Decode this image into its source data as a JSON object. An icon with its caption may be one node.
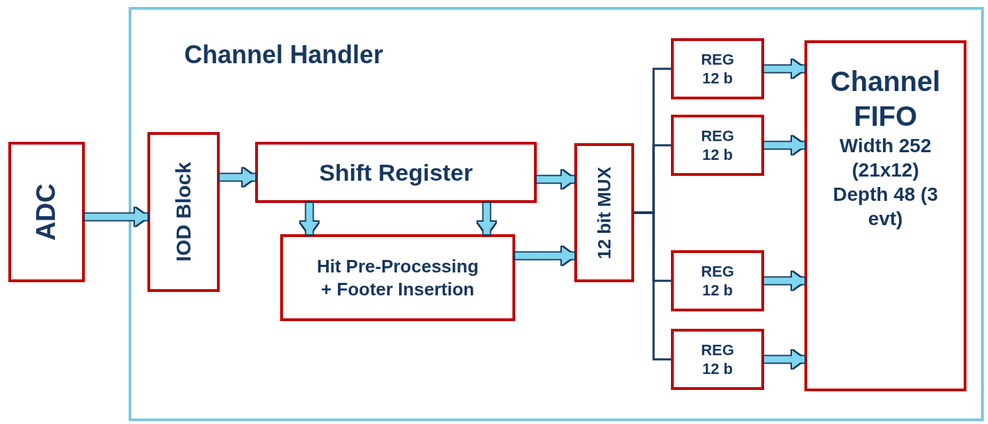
{
  "diagram": {
    "nodes": [
      {
        "text": [
          "ADC"
        ]
      },
      {
        "text": [
          "Channel Handler"
        ]
      },
      {
        "text": [
          "IOD Block"
        ],
        "in": 1
      },
      {
        "text": [
          "Shift Register"
        ],
        "in": 1
      },
      {
        "text": [
          "Hit Pre-Processing + Footer Insertion"
        ],
        "in": 1
      },
      {
        "text": [
          "12 bit MUX"
        ],
        "in": 1
      },
      {
        "text": [
          "REG 12 b"
        ],
        "in": 1
      },
      {
        "text": [
          "REG 12 b"
        ],
        "in": 1
      },
      {
        "text": [
          "REG 12 b"
        ],
        "in": 1
      },
      {
        "text": [
          "REG 12 b"
        ],
        "in": 1
      },
      {
        "text": [
          "Channel FIFO",
          "Width 252 (21x12)",
          "Depth 48 (3 evt)"
        ],
        "in": 1
      }
    ],
    "edges": [
      {
        "from": 0,
        "to": 2,
        "arrow": "to"
      },
      {
        "from": 2,
        "to": 3,
        "arrow": "to"
      },
      {
        "from": 3,
        "to": 4,
        "arrow": "to"
      },
      {
        "from": 3,
        "to": 4,
        "arrow": "to"
      },
      {
        "from": 3,
        "to": 5,
        "arrow": "to"
      },
      {
        "from": 4,
        "to": 5,
        "arrow": "to"
      },
      {
        "from": 5,
        "to": 6,
        "arrow": "none",
        "color": "#17375e"
      },
      {
        "from": 5,
        "to": 7,
        "arrow": "none",
        "color": "#17375e"
      },
      {
        "from": 5,
        "to": 8,
        "arrow": "none",
        "color": "#17375e"
      },
      {
        "from": 5,
        "to": 9,
        "arrow": "none",
        "color": "#17375e"
      },
      {
        "from": 6,
        "to": 10,
        "arrow": "to"
      },
      {
        "from": 7,
        "to": 10,
        "arrow": "to"
      },
      {
        "from": 8,
        "to": 10,
        "arrow": "to"
      },
      {
        "from": 9,
        "to": 10,
        "arrow": "to"
      }
    ]
  }
}
